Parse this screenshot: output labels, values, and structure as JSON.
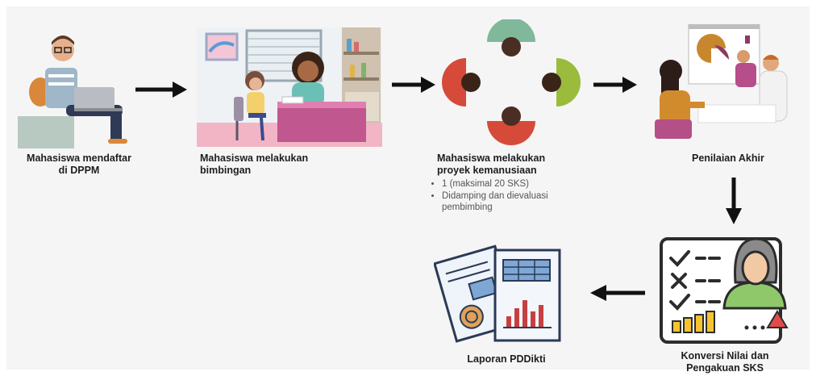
{
  "steps": [
    {
      "id": "register",
      "caption_line1": "Mahasiswa mendaftar",
      "caption_line2": "di DPPM"
    },
    {
      "id": "guidance",
      "caption_line1": "Mahasiswa melakukan",
      "caption_line2": "bimbingan"
    },
    {
      "id": "project",
      "caption_line1": "Mahasiswa melakukan",
      "caption_line2": "proyek kemanusiaan",
      "bullets": [
        "1 (maksimal 20 SKS)",
        "Didamping dan dievaluasi pembimbing"
      ]
    },
    {
      "id": "final_assessment",
      "caption_line1": "Penilaian Akhir"
    },
    {
      "id": "conversion",
      "caption_line1": "Konversi Nilai dan",
      "caption_line2": "Pengakuan SKS"
    },
    {
      "id": "report",
      "caption_line1": "Laporan PDDikti"
    }
  ],
  "colors": {
    "background": "#f5f5f5",
    "arrow": "#111111",
    "text": "#1e1e1e"
  },
  "icons": [
    "student-laptop-icon",
    "counseling-desk-icon",
    "circle-of-people-icon",
    "presentation-meeting-icon",
    "checklist-evaluator-icon",
    "documents-report-icon"
  ]
}
